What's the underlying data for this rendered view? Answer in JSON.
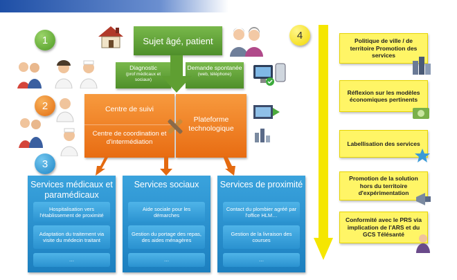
{
  "top": {
    "patient_label": "Sujet âgé, patient"
  },
  "steps": {
    "s1": "1",
    "s2": "2",
    "s3": "3",
    "s4": "4"
  },
  "inputs": {
    "diagnostic_title": "Diagnostic",
    "diagnostic_sub": "(prof médicaux et sociaux)",
    "demande_title": "Demande spontanée",
    "demande_sub": "(web, téléphone)"
  },
  "center": {
    "suivi": "Centre de suivi",
    "coordination": "Centre de coordination et d'intermédiation",
    "plateforme": "Plateforme technologique"
  },
  "columns": [
    {
      "title": "Services médicaux et paramédicaux",
      "items": [
        "Hospitalisation vers l'établissement de proximité",
        "Adaptation du traitement via visite du médecin traitant",
        "…"
      ]
    },
    {
      "title": "Services sociaux",
      "items": [
        "Aide sociale pour les démarches",
        "Gestion du portage des repas, des aides ménagères",
        "…"
      ]
    },
    {
      "title": "Services de proximité",
      "items": [
        "Contact du plombier agréé par l'office HLM…",
        "Gestion de la livraison des courses",
        "…"
      ]
    }
  ],
  "side": [
    "Politique de ville / de territoire Promotion des services",
    "Réflexion sur les modèles économiques pertinents",
    "Labellisation des services",
    "Promotion de la solution hors du territoire d'expérimentation",
    "Conformité avec le PRS via implication de l'ARS et du GCS Télésanté"
  ],
  "colors": {
    "green": "#5a9b30",
    "orange": "#ec7417",
    "blue": "#2389c8",
    "yellow": "#fff566",
    "arrow_orange": "#e46a10",
    "arrow_yellow": "#f5e600"
  }
}
